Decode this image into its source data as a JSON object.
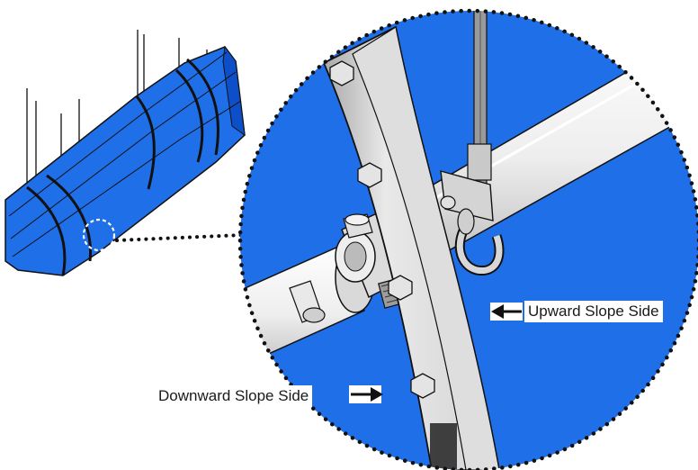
{
  "labels": {
    "upward": "Upward Slope Side",
    "downward": "Downward Slope Side"
  },
  "colors": {
    "blue": "#1f6fe8",
    "dark_blue": "#0d4fc9",
    "outline": "#111111",
    "metal": "#c9c9c9",
    "metal_light": "#ececec",
    "pipe": "#f2f2f2"
  },
  "icons": {
    "callout_arrow": "left-arrow",
    "detail_marker": "dashed-circle"
  }
}
